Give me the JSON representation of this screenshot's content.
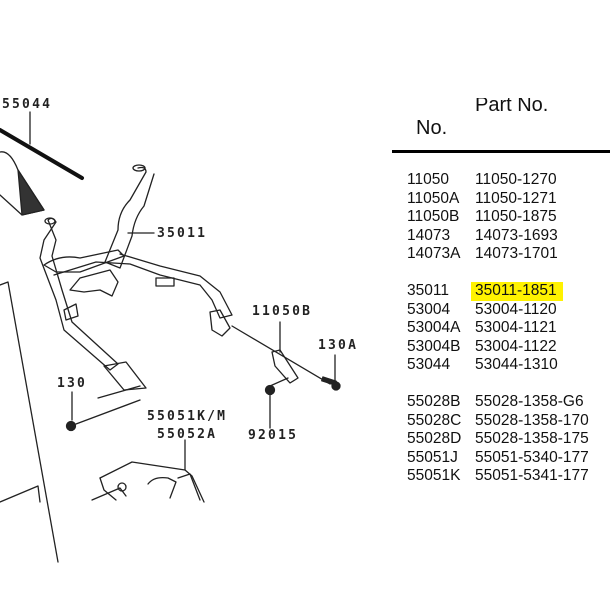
{
  "diagram": {
    "callouts": {
      "top_cut": "55044",
      "c35011": "35011",
      "c11050B": "11050B",
      "c130A": "130A",
      "c130": "130",
      "c55051": "55051K/M",
      "c55052": "55052A",
      "c92015": "92015"
    }
  },
  "table": {
    "header_ref": "No.",
    "header_part": "Part No.",
    "highlight_color": "#fff200",
    "groups": [
      {
        "rows": [
          {
            "ref": "11050",
            "part": "11050-1270",
            "highlighted": false
          },
          {
            "ref": "11050A",
            "part": "11050-1271",
            "highlighted": false
          },
          {
            "ref": "11050B",
            "part": "11050-1875",
            "highlighted": false
          },
          {
            "ref": "14073",
            "part": "14073-1693",
            "highlighted": false
          },
          {
            "ref": "14073A",
            "part": "14073-1701",
            "highlighted": false
          }
        ]
      },
      {
        "rows": [
          {
            "ref": "35011",
            "part": "35011-1851",
            "highlighted": true
          },
          {
            "ref": "53004",
            "part": "53004-1120",
            "highlighted": false
          },
          {
            "ref": "53004A",
            "part": "53004-1121",
            "highlighted": false
          },
          {
            "ref": "53004B",
            "part": "53004-1122",
            "highlighted": false
          },
          {
            "ref": "53044",
            "part": "53044-1310",
            "highlighted": false
          }
        ]
      },
      {
        "rows": [
          {
            "ref": "55028B",
            "part": "55028-1358-G6",
            "highlighted": false
          },
          {
            "ref": "55028C",
            "part": "55028-1358-170",
            "highlighted": false
          },
          {
            "ref": "55028D",
            "part": "55028-1358-175",
            "highlighted": false
          },
          {
            "ref": "55051J",
            "part": "55051-5340-177",
            "highlighted": false
          },
          {
            "ref": "55051K",
            "part": "55051-5341-177",
            "highlighted": false
          }
        ]
      }
    ]
  }
}
